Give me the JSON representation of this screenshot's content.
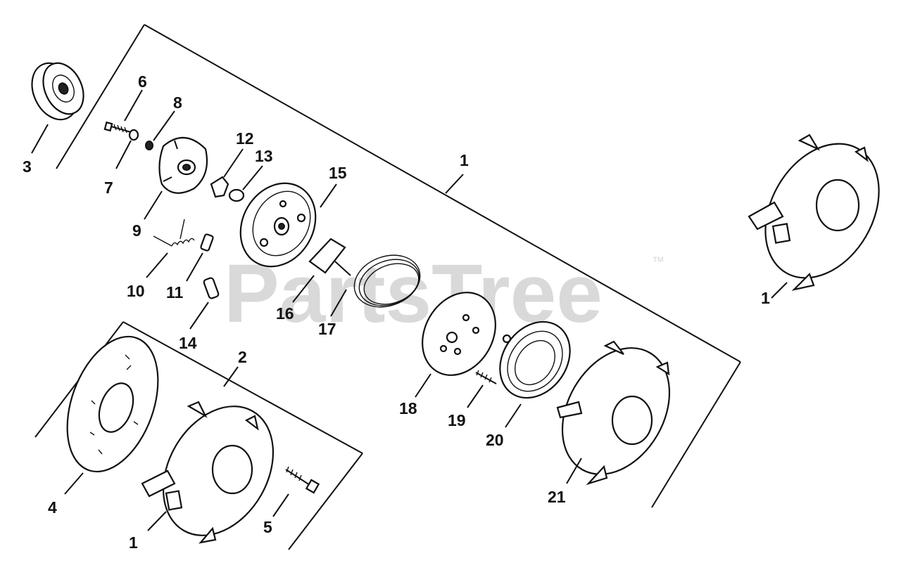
{
  "watermark": {
    "text": "PartsTree",
    "trademark": "™"
  },
  "callouts": [
    "1",
    "1",
    "1",
    "2",
    "3",
    "4",
    "5",
    "6",
    "7",
    "8",
    "9",
    "10",
    "11",
    "12",
    "13",
    "14",
    "15",
    "16",
    "17",
    "18",
    "19",
    "20",
    "21"
  ],
  "colors": {
    "ink": "#111111",
    "watermark": "#d9d9d9",
    "background": "#ffffff"
  }
}
